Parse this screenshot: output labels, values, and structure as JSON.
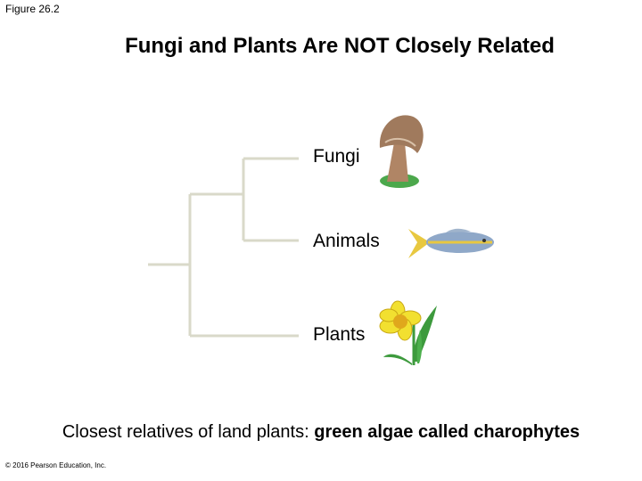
{
  "figure_label": "Figure 26.2",
  "title": "Fungi and Plants Are NOT Closely Related",
  "taxa": {
    "fungi": "Fungi",
    "animals": "Animals",
    "plants": "Plants"
  },
  "footer": {
    "lead": "Closest relatives of land plants: ",
    "emphasis": "green algae called charophytes"
  },
  "copyright": "© 2016 Pearson Education, Inc.",
  "icons": [
    "mushroom-icon",
    "fish-icon",
    "daffodil-icon"
  ],
  "colors": {
    "branch": "#d9d9c9",
    "mushroom_cap": "#a07a5d",
    "grass": "#4ca84c",
    "fish_body": "#8fa8c8",
    "fish_stripe": "#e8c840",
    "flower": "#f2e030",
    "leaf": "#3d9a3d"
  }
}
